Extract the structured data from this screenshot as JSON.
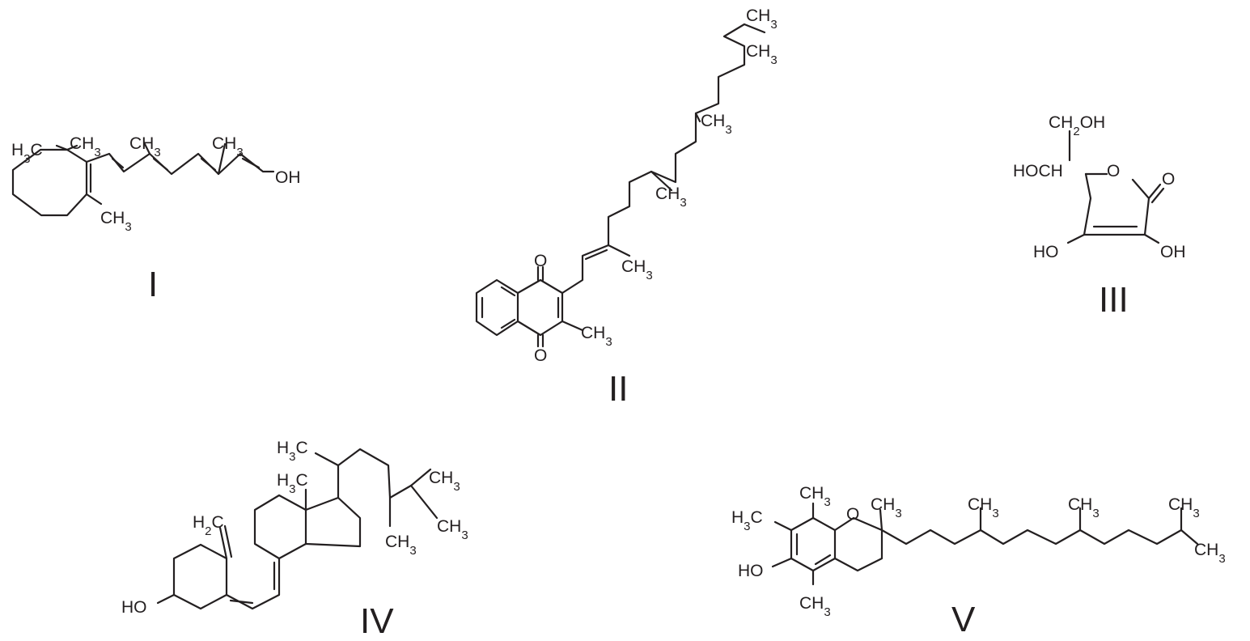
{
  "structures": [
    {
      "numeral": "I",
      "labels": [
        "H3C",
        "CH3",
        "CH3",
        "CH3",
        "CH3",
        "OH"
      ]
    },
    {
      "numeral": "II",
      "labels": [
        "CH3",
        "CH3",
        "CH3",
        "CH3",
        "CH3",
        "CH3",
        "O",
        "O"
      ]
    },
    {
      "numeral": "III",
      "labels": [
        "CH2OH",
        "HOCH",
        "O",
        "O",
        "HO",
        "OH"
      ]
    },
    {
      "numeral": "IV",
      "labels": [
        "H3C",
        "H3C",
        "CH3",
        "CH3",
        "H2C",
        "CH3",
        "HO"
      ]
    },
    {
      "numeral": "V",
      "labels": [
        "CH3",
        "H3C",
        "O",
        "CH3",
        "CH3",
        "CH3",
        "CH3",
        "CH3",
        "HO",
        "CH3"
      ]
    }
  ]
}
